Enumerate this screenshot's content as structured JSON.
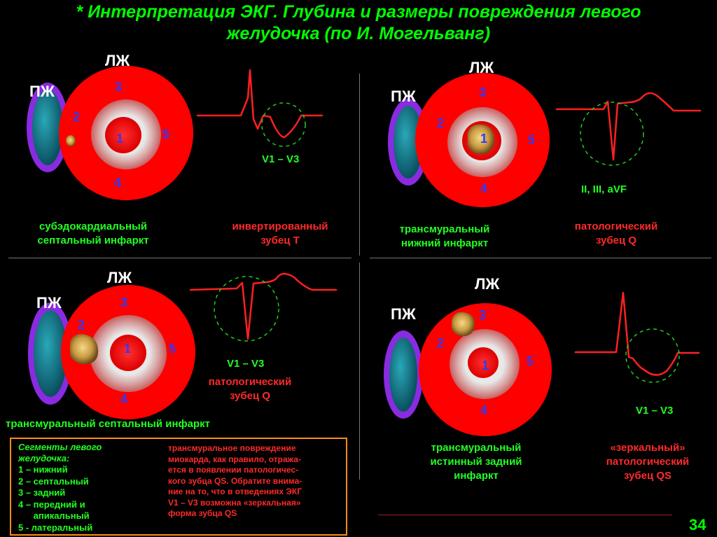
{
  "title": {
    "line1": "*  Интерпретация ЭКГ. Глубина и размеры повреждения левого",
    "line2": "желудочка (по И. Могельванг)"
  },
  "labels": {
    "lv": "ЛЖ",
    "rv": "ПЖ"
  },
  "segment_numbers": [
    "1",
    "2",
    "3",
    "4",
    "5"
  ],
  "panels": {
    "p1": {
      "caption_line1": "субэдокардиальный",
      "caption_line2": "септальный инфаркт",
      "ecg_caption_line1": "инвертированный",
      "ecg_caption_line2": "зубец T",
      "lead": "V1 – V3"
    },
    "p2": {
      "caption_line1": "трансмуральный",
      "caption_line2": "нижний инфаркт",
      "ecg_caption_line1": "патологический",
      "ecg_caption_line2": "зубец Q",
      "lead": "II, III, aVF"
    },
    "p3": {
      "caption": "трансмуральный септальный инфаркт",
      "ecg_caption_line1": "патологический",
      "ecg_caption_line2": "зубец Q",
      "lead": "V1 – V3"
    },
    "p4": {
      "caption_line1": "трансмуральный",
      "caption_line2": "истинный задний",
      "caption_line3": "инфаркт",
      "ecg_caption_line1": "«зеркальный»",
      "ecg_caption_line2": "патологический",
      "ecg_caption_line3": "зубец QS",
      "lead": "V1 – V3"
    }
  },
  "legend": {
    "title_line1": "Сегменты левого",
    "title_line2": "желудочка:",
    "items": [
      "1 – нижний",
      "2 – септальный",
      "3 – задний",
      "4 – передний и",
      "      апикальный",
      "5 - латеральный"
    ]
  },
  "note": {
    "lines": [
      "трансмуральное повреждение",
      "миокарда, как правило, отража-",
      "ется в появлении патологичес-",
      "кого зубца QS. Обратите внима-",
      "ние на то, что в отведениях ЭКГ",
      "V1 – V3 возможна «зеркальная»",
      "форма зубца QS"
    ]
  },
  "page_number": "34",
  "colors": {
    "title": "#00ff00",
    "ring": "#ff0000",
    "segment": "#2a3cff",
    "ecg": "#ff2020",
    "dash": "#22cc22",
    "border": "#ff8c1a",
    "rv_outer": "#8a2be2",
    "rv_inner": "#0e7a8a"
  }
}
